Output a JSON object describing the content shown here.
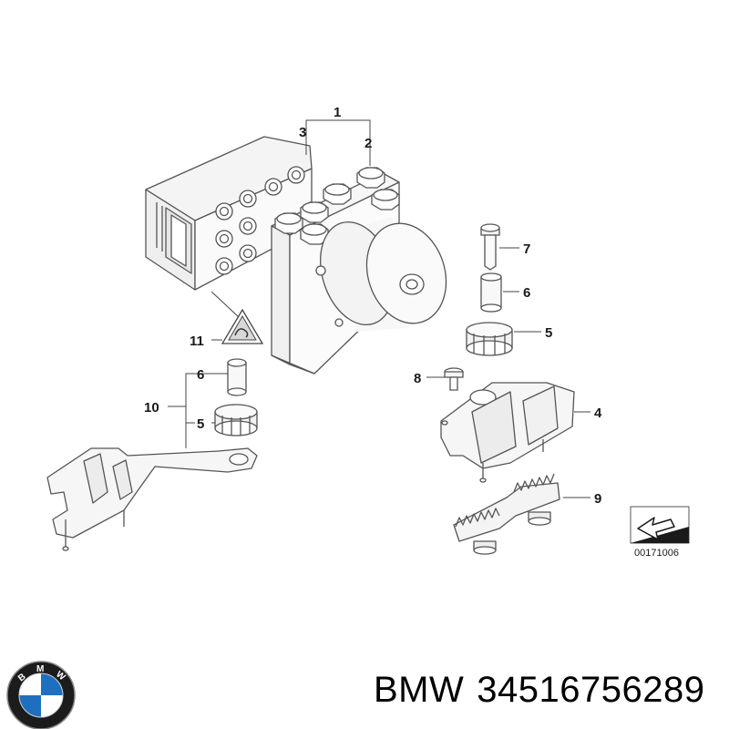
{
  "callouts": {
    "c1": "1",
    "c2": "2",
    "c3": "3",
    "c4": "4",
    "c5a": "5",
    "c5b": "5",
    "c6a": "6",
    "c6b": "6",
    "c7": "7",
    "c8": "8",
    "c9": "9",
    "c10": "10",
    "c11": "11"
  },
  "reference_code": "00171006",
  "caption": {
    "brand": "BMW",
    "part_number": "34516756289"
  },
  "logo": {
    "letters": [
      "B",
      "M",
      "W"
    ],
    "colors": {
      "ring": "#1c1c1c",
      "blue": "#1f6fc1",
      "white": "#ffffff"
    }
  }
}
